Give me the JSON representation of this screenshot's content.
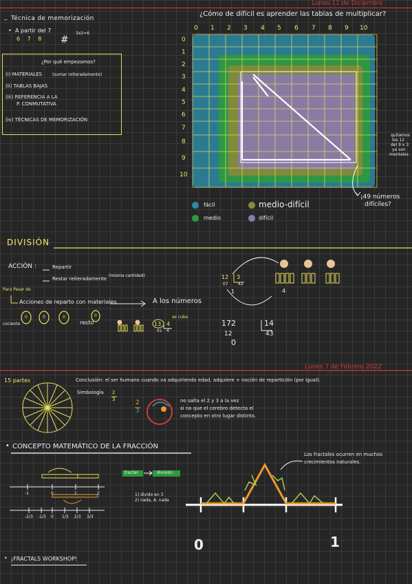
{
  "date_top": "Lunes 11 de Diciembre",
  "date_mid": "Lunes 7 de Febrero 2022",
  "mult": {
    "title": "Técnica de memorización",
    "apartir": "A partir del 7",
    "fingers": "6 7 8",
    "grid_note": "3x2=6",
    "question": "¿Por qué empezamos?",
    "list": [
      "(i) MATERIALES",
      "(ii) TABLAS BAJAS",
      "(iii) REFERENCIA A LA",
      "P. CONMUTATIVA",
      "(iv) TÉCNICAS DE MEMORIZACIÓN"
    ],
    "list_note": "(sumar reiteradamente)",
    "chart_title": "¿Cómo de difícil es aprender las tablas de multiplicar?",
    "cols": [
      "0",
      "1",
      "2",
      "3",
      "4",
      "5",
      "6",
      "7",
      "8",
      "9",
      "10"
    ],
    "rows": [
      "0",
      "1",
      "2",
      "3",
      "4",
      "5",
      "6",
      "7",
      "8",
      "9",
      "10"
    ],
    "side_note": [
      "quitamos",
      "los 12",
      "del 9 x 3",
      "ya son",
      "mentales"
    ],
    "arrow_note": [
      "¡49 números",
      "difíciles?"
    ],
    "legend": [
      {
        "label": "fácil",
        "color": "#2e8aa6"
      },
      {
        "label": "medio-difícil",
        "color": "#8a8a3a"
      },
      {
        "label": "medio",
        "color": "#2e9a3c"
      },
      {
        "label": "difícil",
        "color": "#8a78b0"
      }
    ]
  },
  "div": {
    "title": "DIVISIÓN",
    "accion": "ACCIÓN",
    "colon": ":",
    "a1": "Repartir",
    "a2": "Restar reiteradamente",
    "a2_note": "(misma cantidad)",
    "pasar": "Para Pasar de",
    "acciones": "Acciones de reparto con materiales",
    "a_los": "A los números",
    "cociente": "cociente",
    "resto": "resto",
    "bubble_nums": [
      "0",
      "0",
      "0",
      "0"
    ],
    "calc1": [
      "12",
      "3",
      "07",
      "4",
      "42",
      "1"
    ],
    "calc2_note": "se cuba",
    "calc2": [
      "13",
      "4",
      "01",
      "4"
    ],
    "calc3": [
      "172",
      "14",
      "12",
      "43",
      "0"
    ],
    "calc4": [
      "4"
    ]
  },
  "frac": {
    "partes": "15 partes",
    "conclusion": "Conclusión: el ser humano cuando va adquiriendo edad, adquiere + noción de repartición (por igual).",
    "simb": "Simbología",
    "simb_num": "2",
    "simb_den": "3",
    "frac_num": "2",
    "frac_den": "3",
    "note": [
      "no salta el 2 y 3 a la vez",
      "si no que el cerebro detecta el",
      "concepto en otro lugar distinto."
    ],
    "concepto": "CONCEPTO MATEMÁTICO DE LA FRACCIÓN",
    "fractal": "fractal",
    "division": "división",
    "nl_ticks": [
      "-1",
      "0",
      "1",
      "2"
    ],
    "nl_ticks2": [
      "-2/3",
      "-1/3",
      "0",
      "1/3",
      "2/3",
      "3/3"
    ],
    "steps": [
      "1) divido en 3",
      "2) nada, A, nada"
    ],
    "fractal_note": [
      "Los fractales ocurren en muchos",
      "crecimientos naturales."
    ],
    "zero": "0",
    "one": "1",
    "workshop": "¡FRACTALS WORKSHOP!",
    "bullet": "•"
  }
}
